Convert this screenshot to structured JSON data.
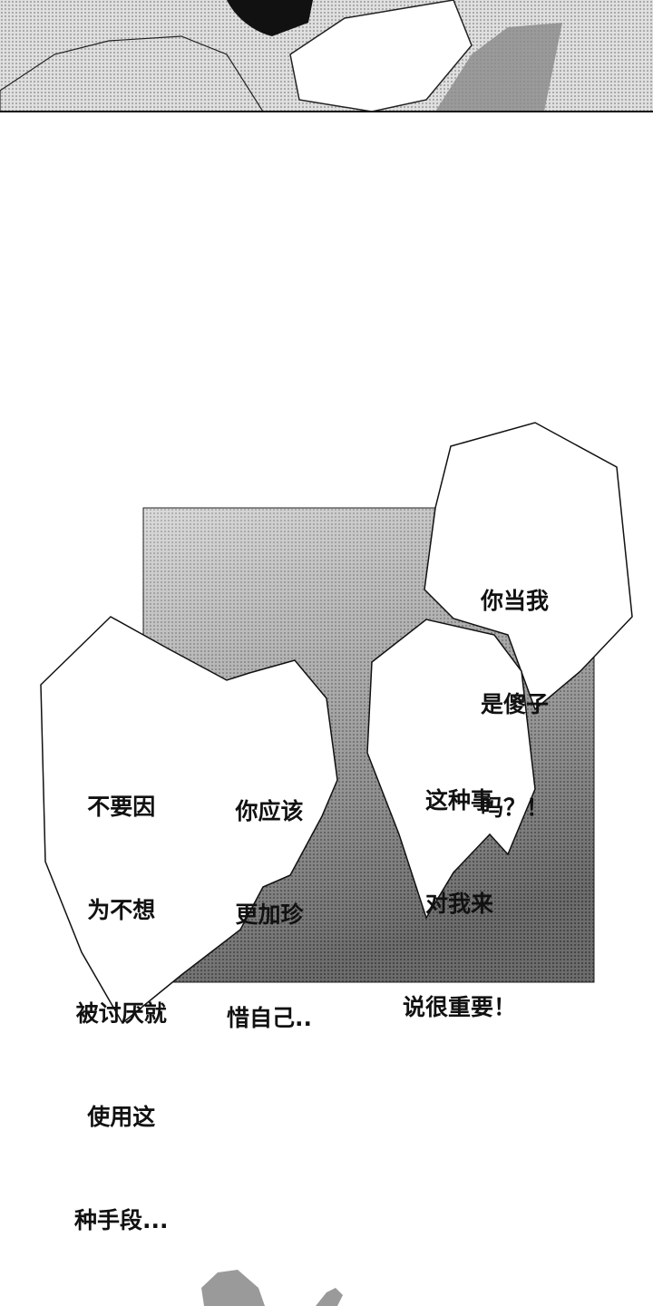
{
  "panels": {
    "top_panel": {
      "description_tone": "halftone",
      "fill": "#c8c8c8"
    },
    "background_square": {
      "fill_light": "#d0d0d0",
      "fill_dark": "#3a3a3a"
    }
  },
  "bubbles": [
    {
      "lines": [
        "你当我",
        "是傻子",
        "吗？！"
      ]
    },
    {
      "lines": [
        "这种事",
        "对我来",
        "说很重要！"
      ]
    },
    {
      "lines": [
        "你应该",
        "更加珍",
        "惜自己.."
      ]
    },
    {
      "lines": [
        "不要因",
        "为不想",
        "被讨厌就",
        "使用这",
        "种手段..."
      ]
    }
  ]
}
